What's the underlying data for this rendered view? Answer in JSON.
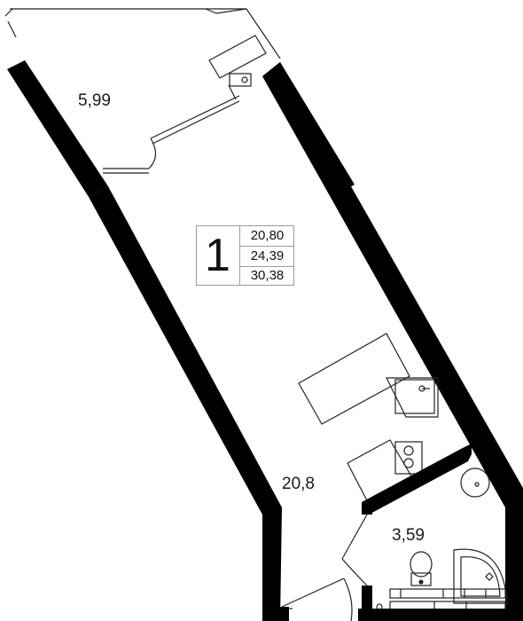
{
  "apartment": {
    "rooms_count": "1",
    "areas": [
      "20,80",
      "24,39",
      "30,38"
    ]
  },
  "rooms": {
    "balcony_area": "5,99",
    "living_area": "20,8",
    "bathroom_area": "3,59"
  }
}
